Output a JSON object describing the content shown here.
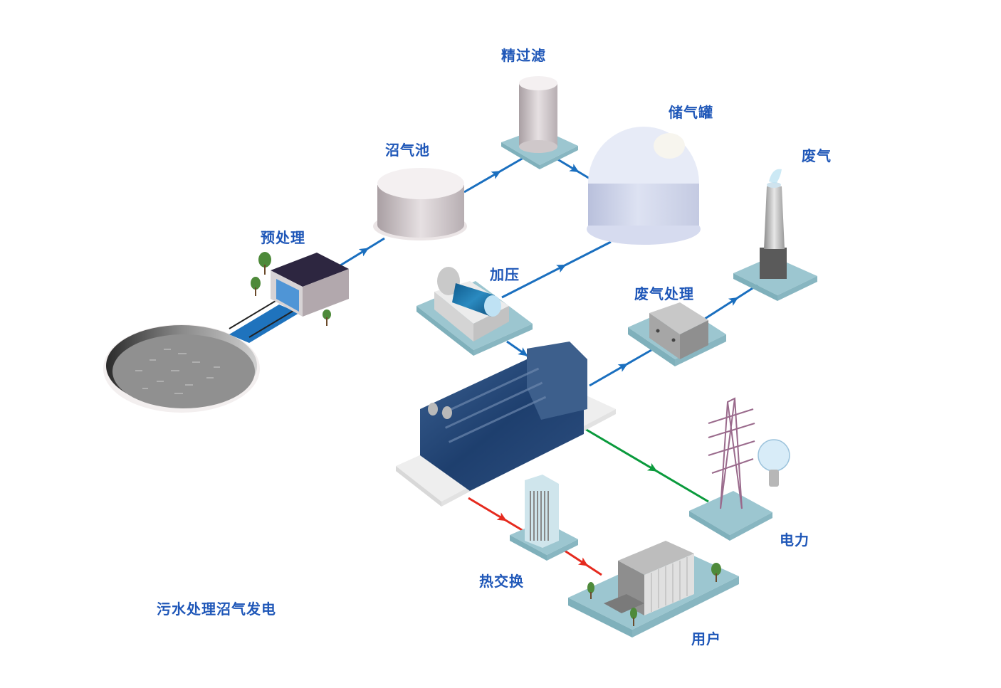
{
  "title": "污水处理沼气发电",
  "colors": {
    "label": "#1f57b8",
    "flow_gas": "#1a6fbf",
    "flow_power": "#0a9a3c",
    "flow_heat": "#e52a1e",
    "pad": "#9cc6d0"
  },
  "nodes": [
    {
      "id": "pool",
      "label": ""
    },
    {
      "id": "pretreat",
      "label": "预处理"
    },
    {
      "id": "digester",
      "label": "沼气池"
    },
    {
      "id": "filter",
      "label": "精过滤"
    },
    {
      "id": "gasholder",
      "label": "储气罐"
    },
    {
      "id": "compress",
      "label": "加压"
    },
    {
      "id": "engine",
      "label": ""
    },
    {
      "id": "exhaust_treat",
      "label": "废气处理"
    },
    {
      "id": "stack",
      "label": "废气"
    },
    {
      "id": "power",
      "label": "电力"
    },
    {
      "id": "heat_exchange",
      "label": "热交换"
    },
    {
      "id": "user",
      "label": "用户"
    }
  ],
  "flows": [
    {
      "from": "pretreat",
      "to": "digester",
      "type": "gas"
    },
    {
      "from": "digester",
      "to": "filter",
      "type": "gas"
    },
    {
      "from": "filter",
      "to": "gasholder",
      "type": "gas"
    },
    {
      "from": "compress",
      "to": "gasholder",
      "type": "gas"
    },
    {
      "from": "compress",
      "to": "engine",
      "type": "gas"
    },
    {
      "from": "engine",
      "to": "exhaust_treat",
      "type": "gas"
    },
    {
      "from": "exhaust_treat",
      "to": "stack",
      "type": "gas"
    },
    {
      "from": "engine",
      "to": "power",
      "type": "power"
    },
    {
      "from": "engine",
      "to": "heat_exchange",
      "type": "heat"
    },
    {
      "from": "heat_exchange",
      "to": "user",
      "type": "heat"
    }
  ]
}
